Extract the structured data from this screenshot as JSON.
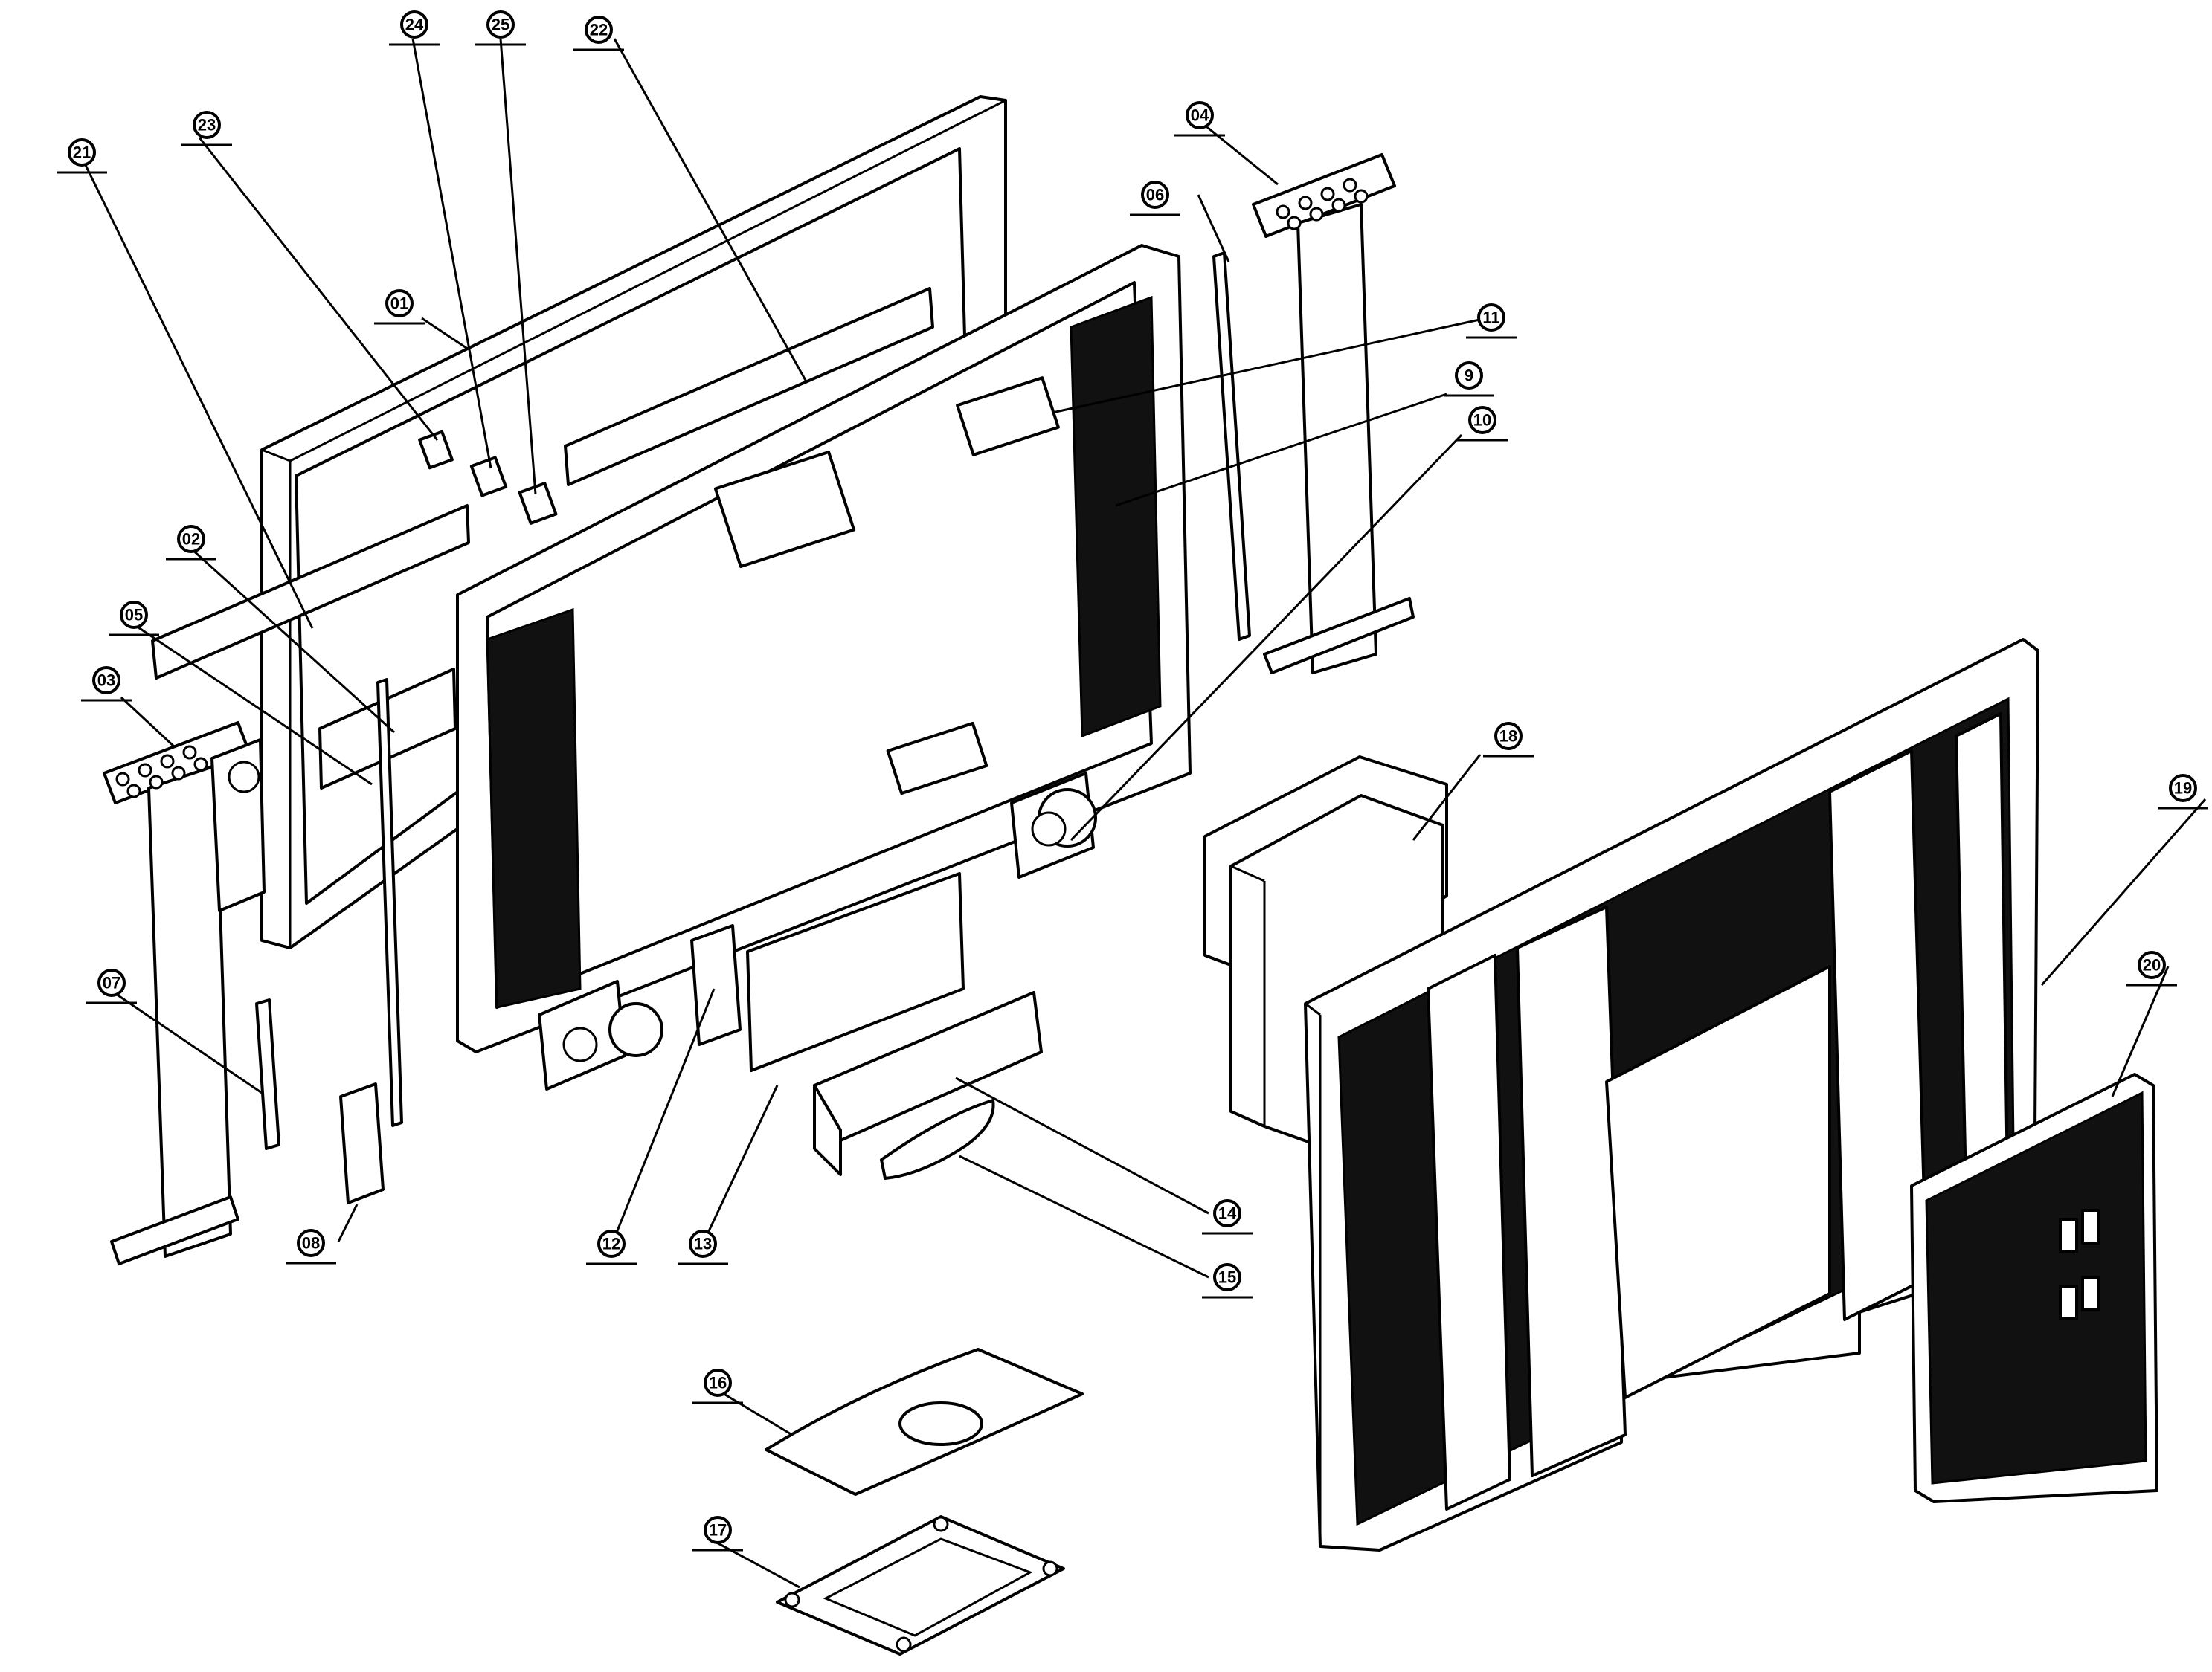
{
  "callouts": [
    {
      "id": "c01",
      "label": "01"
    },
    {
      "id": "c02",
      "label": "02"
    },
    {
      "id": "c03",
      "label": "03"
    },
    {
      "id": "c04",
      "label": "04"
    },
    {
      "id": "c05",
      "label": "05"
    },
    {
      "id": "c06",
      "label": "06"
    },
    {
      "id": "c07",
      "label": "07"
    },
    {
      "id": "c08",
      "label": "08"
    },
    {
      "id": "c09",
      "label": "9"
    },
    {
      "id": "c10",
      "label": "10"
    },
    {
      "id": "c11",
      "label": "11"
    },
    {
      "id": "c12",
      "label": "12"
    },
    {
      "id": "c13",
      "label": "13"
    },
    {
      "id": "c14",
      "label": "14"
    },
    {
      "id": "c15",
      "label": "15"
    },
    {
      "id": "c16",
      "label": "16"
    },
    {
      "id": "c17",
      "label": "17"
    },
    {
      "id": "c18",
      "label": "18"
    },
    {
      "id": "c19",
      "label": "19"
    },
    {
      "id": "c20",
      "label": "20"
    },
    {
      "id": "c21",
      "label": "21"
    },
    {
      "id": "c22",
      "label": "22"
    },
    {
      "id": "c23",
      "label": "23"
    },
    {
      "id": "c24",
      "label": "24"
    },
    {
      "id": "c25",
      "label": "25"
    }
  ]
}
